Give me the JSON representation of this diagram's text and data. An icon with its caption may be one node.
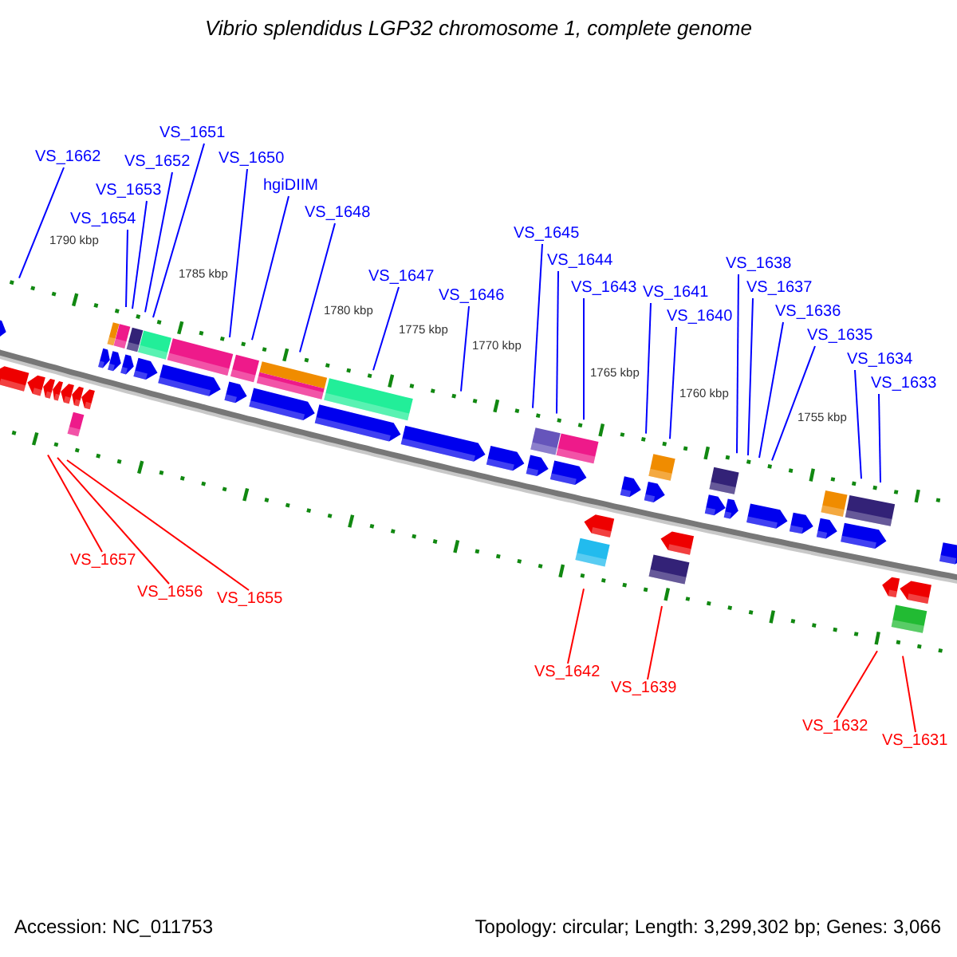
{
  "diagram": {
    "title": "Vibrio splendidus LGP32 chromosome 1, complete genome",
    "nodes": [
      {
        "text": [
          "VS_1662"
        ]
      },
      {
        "text": [
          "VS_1654"
        ]
      },
      {
        "text": [
          "VS_1653"
        ]
      },
      {
        "text": [
          "VS_1652"
        ]
      },
      {
        "text": [
          "VS_1651"
        ]
      },
      {
        "text": [
          "VS_1650"
        ]
      },
      {
        "text": [
          "hgiDIIM"
        ]
      },
      {
        "text": [
          "VS_1648"
        ]
      },
      {
        "text": [
          "VS_1647"
        ]
      },
      {
        "text": [
          "VS_1646"
        ]
      },
      {
        "text": [
          "VS_1645"
        ]
      },
      {
        "text": [
          "VS_1644"
        ]
      },
      {
        "text": [
          "VS_1643"
        ]
      },
      {
        "text": [
          "VS_1641"
        ]
      },
      {
        "text": [
          "VS_1640"
        ]
      },
      {
        "text": [
          "VS_1638"
        ]
      },
      {
        "text": [
          "VS_1637"
        ]
      },
      {
        "text": [
          "VS_1636"
        ]
      },
      {
        "text": [
          "VS_1635"
        ]
      },
      {
        "text": [
          "VS_1634"
        ]
      },
      {
        "text": [
          "VS_1633"
        ]
      },
      {
        "text": [
          "VS_1657"
        ]
      },
      {
        "text": [
          "VS_1656"
        ]
      },
      {
        "text": [
          "VS_1655"
        ]
      },
      {
        "text": [
          "VS_1642"
        ]
      },
      {
        "text": [
          "VS_1639"
        ]
      },
      {
        "text": [
          "VS_1632"
        ]
      },
      {
        "text": [
          "VS_1631"
        ]
      }
    ],
    "edges": [
      {
        "from": 0,
        "to": null,
        "arrow": "none"
      },
      {
        "from": 1,
        "to": null,
        "arrow": "none"
      },
      {
        "from": 2,
        "to": null,
        "arrow": "none"
      },
      {
        "from": 3,
        "to": null,
        "arrow": "none"
      },
      {
        "from": 4,
        "to": null,
        "arrow": "none"
      },
      {
        "from": 5,
        "to": null,
        "arrow": "none"
      },
      {
        "from": 6,
        "to": null,
        "arrow": "none"
      },
      {
        "from": 7,
        "to": null,
        "arrow": "none"
      },
      {
        "from": 8,
        "to": null,
        "arrow": "none"
      },
      {
        "from": 9,
        "to": null,
        "arrow": "none"
      },
      {
        "from": 10,
        "to": null,
        "arrow": "none"
      },
      {
        "from": 11,
        "to": null,
        "arrow": "none"
      },
      {
        "from": 12,
        "to": null,
        "arrow": "none"
      },
      {
        "from": 13,
        "to": null,
        "arrow": "none"
      },
      {
        "from": 14,
        "to": null,
        "arrow": "none"
      },
      {
        "from": 15,
        "to": null,
        "arrow": "none"
      },
      {
        "from": 16,
        "to": null,
        "arrow": "none"
      },
      {
        "from": 17,
        "to": null,
        "arrow": "none"
      },
      {
        "from": 18,
        "to": null,
        "arrow": "none"
      },
      {
        "from": 19,
        "to": null,
        "arrow": "none"
      },
      {
        "from": 20,
        "to": null,
        "arrow": "none"
      },
      {
        "from": 21,
        "to": null,
        "arrow": "none",
        "color": "#ff0000"
      },
      {
        "from": 22,
        "to": null,
        "arrow": "none",
        "color": "#ff0000"
      },
      {
        "from": 23,
        "to": null,
        "arrow": "none",
        "color": "#ff0000"
      },
      {
        "from": 24,
        "to": null,
        "arrow": "none",
        "color": "#ff0000"
      },
      {
        "from": 25,
        "to": null,
        "arrow": "none",
        "color": "#ff0000"
      },
      {
        "from": 26,
        "to": null,
        "arrow": "none",
        "color": "#ff0000"
      },
      {
        "from": 27,
        "to": null,
        "arrow": "none",
        "color": "#ff0000"
      }
    ],
    "labels": [
      "1790 kbp",
      "1785 kbp",
      "1780 kbp",
      "1775 kbp",
      "1770 kbp",
      "1765 kbp",
      "1760 kbp",
      "1755 kbp",
      "Accession: NC_011753",
      "Topology: circular; Length: 3,299,302 bp; Genes: 3,066"
    ]
  }
}
